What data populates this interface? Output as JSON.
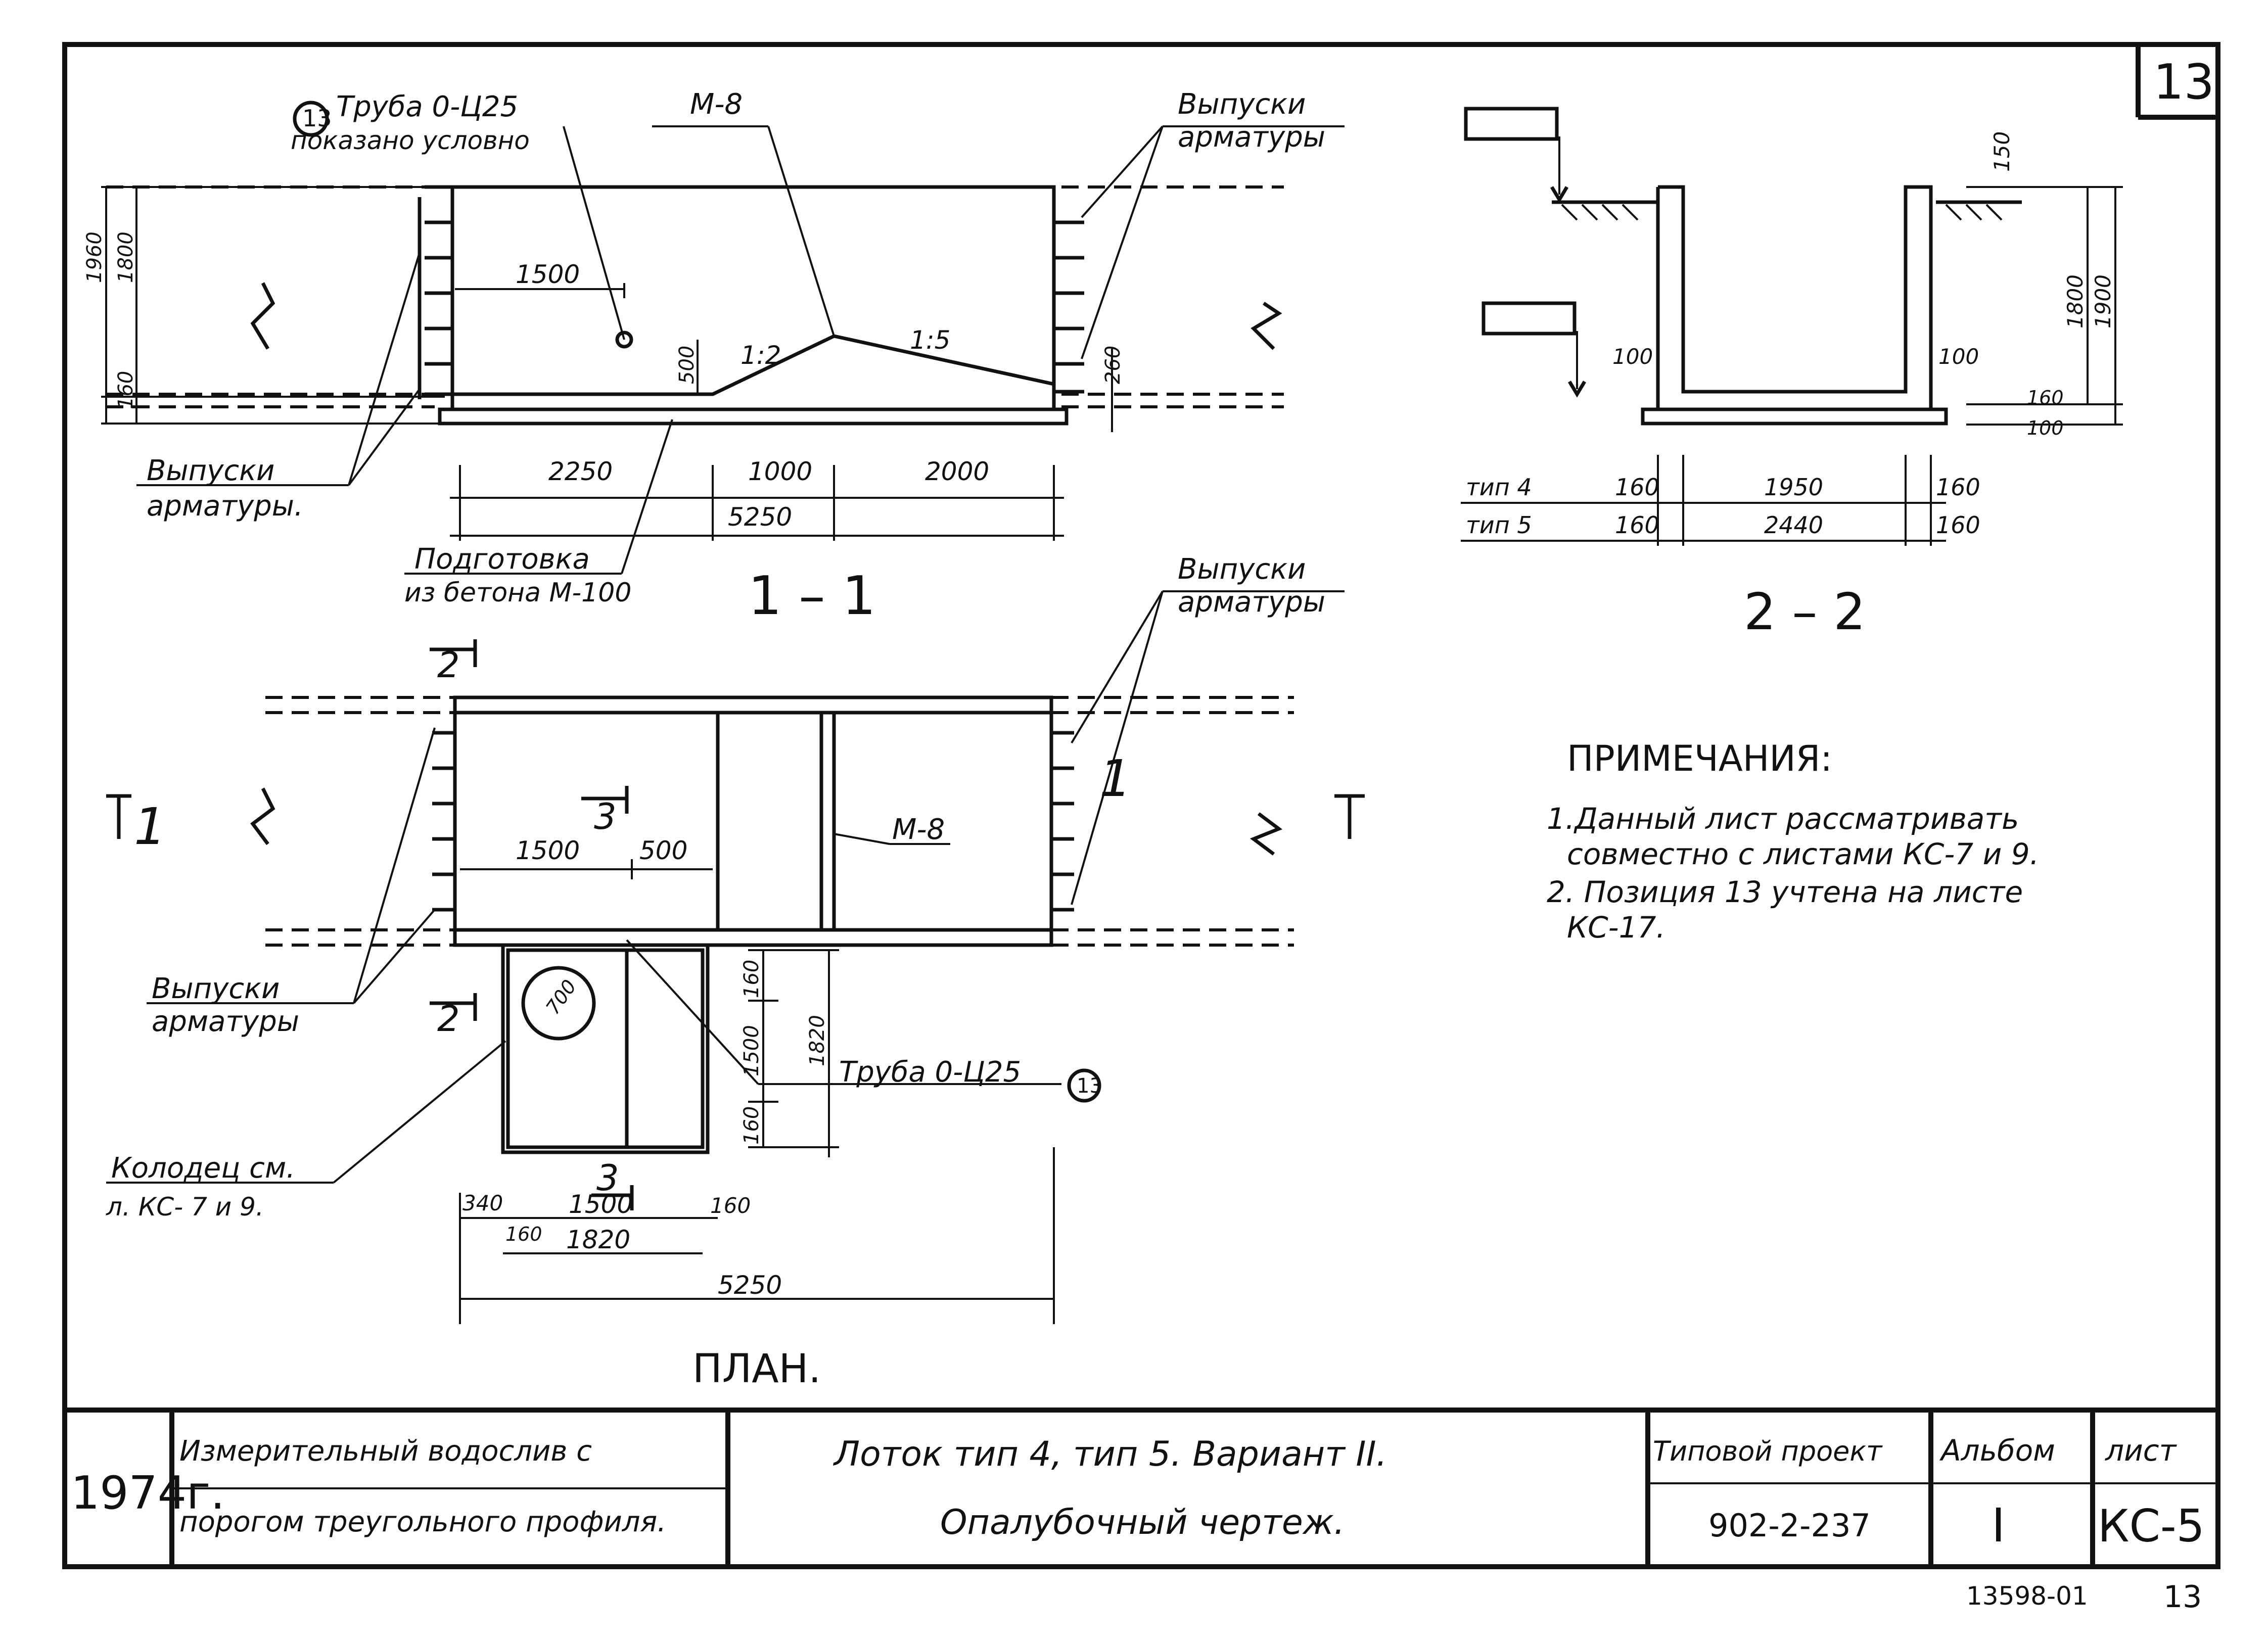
{
  "sheet_number": "13",
  "section_1_1": {
    "title": "1 – 1",
    "pipe_label": "Труба 0-Ц25",
    "pipe_note": "показано условно",
    "pos_marker": "13",
    "m8": "М-8",
    "rebar_right": [
      "Выпуски",
      "арматуры"
    ],
    "rebar_left": [
      "Выпуски",
      "арматуры."
    ],
    "prep": [
      "Подготовка",
      "из бетона  М-100"
    ],
    "slope_left": "1:2",
    "slope_right": "1:5",
    "dims": {
      "d1960": "1960",
      "d1800": "1800",
      "d160": "160",
      "d1500": "1500",
      "d500": "500",
      "d260": "260",
      "d2250": "2250",
      "d1000": "1000",
      "d2000": "2000",
      "d5250": "5250"
    }
  },
  "section_2_2": {
    "title": "2 – 2",
    "dims": {
      "d150": "150",
      "d1800": "1800",
      "d1900": "1900",
      "d100l": "100",
      "d100r": "100",
      "d160": "160",
      "d100b": "100"
    },
    "rows": [
      {
        "type": "тип 4",
        "a": "160",
        "b": "1950",
        "c": "160"
      },
      {
        "type": "тип 5",
        "a": "160",
        "b": "2440",
        "c": "160"
      }
    ]
  },
  "plan": {
    "title": "ПЛАН.",
    "marker_1": "1",
    "marker_2": "2",
    "marker_3": "3",
    "m8": "М-8",
    "rebar_top": [
      "Выпуски",
      "арматуры"
    ],
    "rebar_left": [
      "Выпуски",
      "арматуры"
    ],
    "well": [
      "Колодец  см.",
      "л. КС- 7 и 9."
    ],
    "pipe": "Труба 0-Ц25",
    "pos_marker": "13",
    "dia": "700",
    "dims": {
      "d1500": "1500",
      "d500": "500",
      "v160": "160",
      "v1500": "1500",
      "v160b": "160",
      "v1820": "1820",
      "d340": "340",
      "d1500b": "1500",
      "d160r": "160",
      "d160l": "160",
      "d1820": "1820",
      "d5250": "5250"
    }
  },
  "notes": {
    "heading": "ПРИМЕЧАНИЯ:",
    "lines": [
      "1.Данный  лист  рассматривать",
      "совместно  с листами  КС-7 и 9.",
      "2. Позиция 13 учтена   на листе",
      "КС-17."
    ]
  },
  "title_block": {
    "year": "1974г.",
    "subject": [
      "Измерительный  водослив с",
      "порогом  треугольного  профиля."
    ],
    "drawing": [
      "Лоток   тип 4,  тип 5.    Вариант II.",
      "Опалубочный    чертеж."
    ],
    "proj_label": "Типовой проект",
    "proj_value": "902-2-237",
    "album_label": "Альбом",
    "album_value": "I",
    "sheet_label": "лист",
    "sheet_value": "КС-5"
  },
  "footer": {
    "code": "13598-01",
    "page": "13"
  }
}
